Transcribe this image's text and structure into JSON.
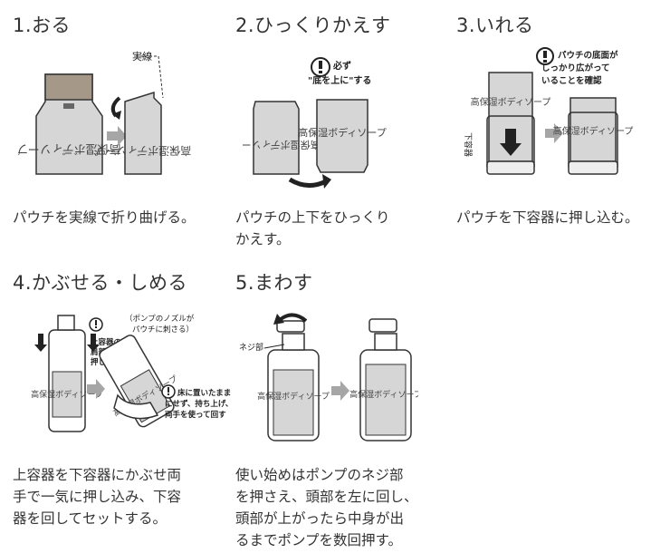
{
  "steps": [
    {
      "title": "1.おる",
      "description": "パウチを実線で折り曲げる。",
      "callout": "実線",
      "label_flipped": "高保湿ボディソープ"
    },
    {
      "title": "2.ひっくりかえす",
      "description_lines": [
        "パウチの上下をひっくり",
        "かえす。"
      ],
      "warning_lines": [
        "必ず",
        "\"底を上に\"する"
      ],
      "label": "高保湿ボディソープ"
    },
    {
      "title": "3.いれる",
      "description": "パウチを下容器に押し込む。",
      "warning_lines": [
        "パウチの底面が",
        "しっかり広がって",
        "いることを確認"
      ],
      "side_label": "下容器",
      "label": "高保湿ボディソープ"
    },
    {
      "title": "4.かぶせる・しめる",
      "description_lines": [
        "上容器を下容器にかぶせ両",
        "手で一気に押し込み、下容",
        "器を回してセットする。"
      ],
      "note_lines": [
        "（ポンプのノズルが",
        "パウチに刺さる）"
      ],
      "warning1_lines": [
        "上容器の",
        "肩部分を",
        "押し込む"
      ],
      "warning2_lines": [
        "床に置いたまま",
        "にせず、持ち上げ、",
        "両手を使って回す"
      ],
      "label": "高保湿ボディソープ"
    },
    {
      "title": "5.まわす",
      "description_lines": [
        "使い始めはポンプのネジ部",
        "を押さえ、頭部を左に回し、",
        "頭部が上がったら中身が出",
        "るまでポンプを数回押す。"
      ],
      "side_label": "ネジ部",
      "label": "高保湿ボディソープ"
    }
  ],
  "colors": {
    "text": "#333333",
    "pouch": "#d9d9d9",
    "cap": "#a69888",
    "arrow": "#a6a6a6",
    "dark": "#1f1f1f"
  },
  "icons": [
    "exclamation-icon",
    "arrow-right-icon",
    "rotate-arrow-icon",
    "down-arrow-icon"
  ]
}
